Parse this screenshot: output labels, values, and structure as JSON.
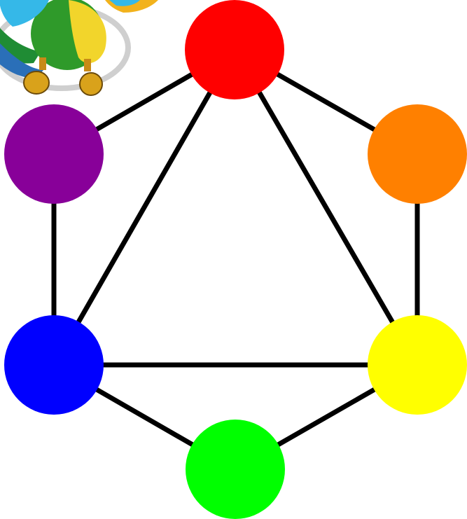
{
  "diagram": {
    "nodes": [
      {
        "id": "red",
        "color": "#ff0000"
      },
      {
        "id": "orange",
        "color": "#ff8000"
      },
      {
        "id": "yellow",
        "color": "#ffff00"
      },
      {
        "id": "green",
        "color": "#00ff00"
      },
      {
        "id": "blue",
        "color": "#0000ff"
      },
      {
        "id": "purple",
        "color": "#880099"
      }
    ],
    "edges": [
      [
        "red",
        "orange"
      ],
      [
        "orange",
        "yellow"
      ],
      [
        "yellow",
        "green"
      ],
      [
        "green",
        "blue"
      ],
      [
        "blue",
        "purple"
      ],
      [
        "purple",
        "red"
      ],
      [
        "red",
        "blue"
      ],
      [
        "red",
        "yellow"
      ],
      [
        "blue",
        "yellow"
      ]
    ],
    "edge_color": "#000000",
    "mascot": {
      "icon": "green-parrot-mascot-icon",
      "colors": {
        "body": "#2f9a2a",
        "belly": "#f2d52b",
        "wing": "#35b8e8",
        "claw": "#d9a21b"
      }
    }
  }
}
